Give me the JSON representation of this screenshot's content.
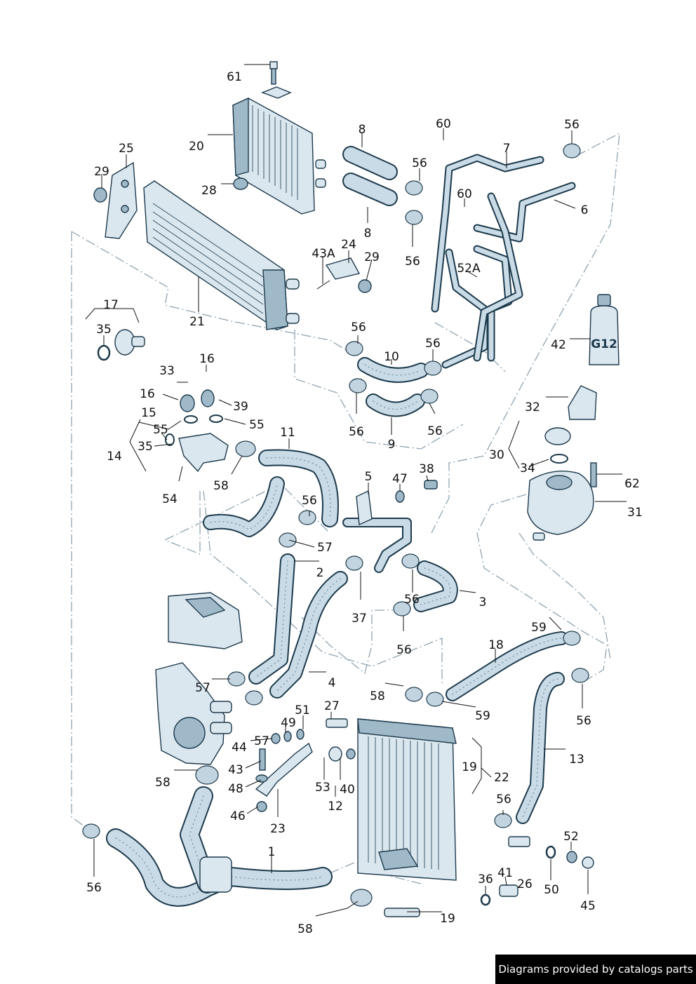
{
  "footer": {
    "text": "Diagrams provided by catalogs parts"
  },
  "bottle": {
    "label": "G12"
  },
  "callouts": [
    {
      "id": "c1",
      "text": "61"
    },
    {
      "id": "c2",
      "text": "20"
    },
    {
      "id": "c3",
      "text": "8"
    },
    {
      "id": "c4",
      "text": "60"
    },
    {
      "id": "c5",
      "text": "7"
    },
    {
      "id": "c6",
      "text": "56"
    },
    {
      "id": "c7",
      "text": "25"
    },
    {
      "id": "c8",
      "text": "29"
    },
    {
      "id": "c9",
      "text": "28"
    },
    {
      "id": "c10",
      "text": "56"
    },
    {
      "id": "c11",
      "text": "60"
    },
    {
      "id": "c12",
      "text": "6"
    },
    {
      "id": "c13",
      "text": "8"
    },
    {
      "id": "c14",
      "text": "56"
    },
    {
      "id": "c15",
      "text": "43A"
    },
    {
      "id": "c16",
      "text": "24"
    },
    {
      "id": "c17",
      "text": "29"
    },
    {
      "id": "c18",
      "text": "52A"
    },
    {
      "id": "c19",
      "text": "17"
    },
    {
      "id": "c20",
      "text": "21"
    },
    {
      "id": "c21",
      "text": "35"
    },
    {
      "id": "c22",
      "text": "56"
    },
    {
      "id": "c23",
      "text": "56"
    },
    {
      "id": "c24",
      "text": "10"
    },
    {
      "id": "c25",
      "text": "42"
    },
    {
      "id": "c26",
      "text": "33"
    },
    {
      "id": "c27",
      "text": "16"
    },
    {
      "id": "c28",
      "text": "16"
    },
    {
      "id": "c29",
      "text": "39"
    },
    {
      "id": "c30",
      "text": "15"
    },
    {
      "id": "c31",
      "text": "55"
    },
    {
      "id": "c32",
      "text": "55"
    },
    {
      "id": "c33",
      "text": "56"
    },
    {
      "id": "c34",
      "text": "56"
    },
    {
      "id": "c35",
      "text": "9"
    },
    {
      "id": "c36",
      "text": "32"
    },
    {
      "id": "c37",
      "text": "11"
    },
    {
      "id": "c38",
      "text": "14"
    },
    {
      "id": "c39",
      "text": "35"
    },
    {
      "id": "c40",
      "text": "30"
    },
    {
      "id": "c41",
      "text": "34"
    },
    {
      "id": "c42",
      "text": "5"
    },
    {
      "id": "c43",
      "text": "47"
    },
    {
      "id": "c44",
      "text": "38"
    },
    {
      "id": "c45",
      "text": "58"
    },
    {
      "id": "c46",
      "text": "62"
    },
    {
      "id": "c47",
      "text": "54"
    },
    {
      "id": "c48",
      "text": "56"
    },
    {
      "id": "c49",
      "text": "31"
    },
    {
      "id": "c50",
      "text": "57"
    },
    {
      "id": "c51",
      "text": "2"
    },
    {
      "id": "c52",
      "text": "3"
    },
    {
      "id": "c53",
      "text": "56"
    },
    {
      "id": "c54",
      "text": "37"
    },
    {
      "id": "c55",
      "text": "56"
    },
    {
      "id": "c56",
      "text": "59"
    },
    {
      "id": "c57",
      "text": "18"
    },
    {
      "id": "c58",
      "text": "4"
    },
    {
      "id": "c59",
      "text": "57"
    },
    {
      "id": "c60",
      "text": "58"
    },
    {
      "id": "c61",
      "text": "59"
    },
    {
      "id": "c62",
      "text": "56"
    },
    {
      "id": "c63",
      "text": "27"
    },
    {
      "id": "c64",
      "text": "51"
    },
    {
      "id": "c65",
      "text": "49"
    },
    {
      "id": "c66",
      "text": "57"
    },
    {
      "id": "c67",
      "text": "44"
    },
    {
      "id": "c68",
      "text": "13"
    },
    {
      "id": "c69",
      "text": "43"
    },
    {
      "id": "c70",
      "text": "19"
    },
    {
      "id": "c71",
      "text": "22"
    },
    {
      "id": "c72",
      "text": "58"
    },
    {
      "id": "c73",
      "text": "53"
    },
    {
      "id": "c74",
      "text": "40"
    },
    {
      "id": "c75",
      "text": "48"
    },
    {
      "id": "c76",
      "text": "12"
    },
    {
      "id": "c77",
      "text": "56"
    },
    {
      "id": "c78",
      "text": "46"
    },
    {
      "id": "c79",
      "text": "23"
    },
    {
      "id": "c80",
      "text": "52"
    },
    {
      "id": "c81",
      "text": "1"
    },
    {
      "id": "c82",
      "text": "56"
    },
    {
      "id": "c83",
      "text": "36"
    },
    {
      "id": "c84",
      "text": "41"
    },
    {
      "id": "c85",
      "text": "26"
    },
    {
      "id": "c86",
      "text": "50"
    },
    {
      "id": "c87",
      "text": "45"
    },
    {
      "id": "c88",
      "text": "58"
    },
    {
      "id": "c89",
      "text": "19"
    }
  ]
}
